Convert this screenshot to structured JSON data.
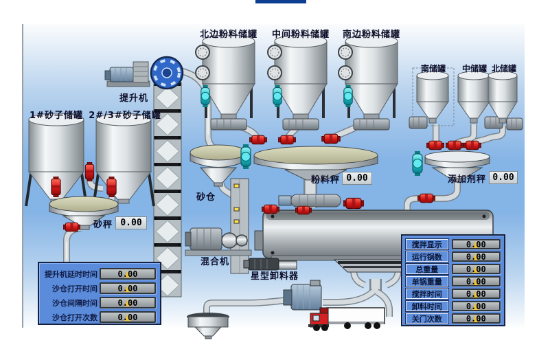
{
  "window": {
    "top_bar_color": "#0d3e91"
  },
  "labels": {
    "powder_silos": [
      "北边粉料储罐",
      "中间粉料储罐",
      "南边粉料储罐"
    ],
    "sand_silos": [
      "1#砂子储罐",
      "2#/3#砂子储罐"
    ],
    "small_silos": [
      "南储罐",
      "中储罐",
      "北储罐"
    ],
    "elevator": "提升机",
    "sand_bin": "砂仓",
    "mixer": "混合机",
    "star_discharger": "星型卸料器"
  },
  "scales": {
    "sand": {
      "label": "砂秤",
      "value": "0.00"
    },
    "powder": {
      "label": "粉料秤",
      "value": "0.00"
    },
    "additive": {
      "label": "添加剂秤",
      "value": "0.00"
    }
  },
  "left_panel": {
    "rows": [
      {
        "label": "提升机延时时间",
        "value": "0.00"
      },
      {
        "label": "沙仓打开时间",
        "value": "0.00"
      },
      {
        "label": "沙仓间隔时间",
        "value": "0.00"
      },
      {
        "label": "沙仓打开次数",
        "value": "0.00"
      }
    ]
  },
  "right_panel": {
    "rows": [
      {
        "label": "搅拌显示",
        "value": "0.00"
      },
      {
        "label": "运行锅数",
        "value": "0.00"
      },
      {
        "label": "总重量",
        "value": "0.00"
      },
      {
        "label": "单锅重量",
        "value": "0.00"
      },
      {
        "label": "搅拌时间",
        "value": "0.00"
      },
      {
        "label": "卸料时间",
        "value": "0.00"
      },
      {
        "label": "关门次数",
        "value": "0.00"
      }
    ]
  },
  "colors": {
    "panel_blue": "#5b8cdc",
    "valve_red": "#d41818",
    "valve_cyan": "#17b9c4",
    "background_blue": "#85b4e6",
    "value_box_gray": "#9aa0a3",
    "wedge_yellow": "#edc53e",
    "top_bar": "#0d3e91"
  }
}
